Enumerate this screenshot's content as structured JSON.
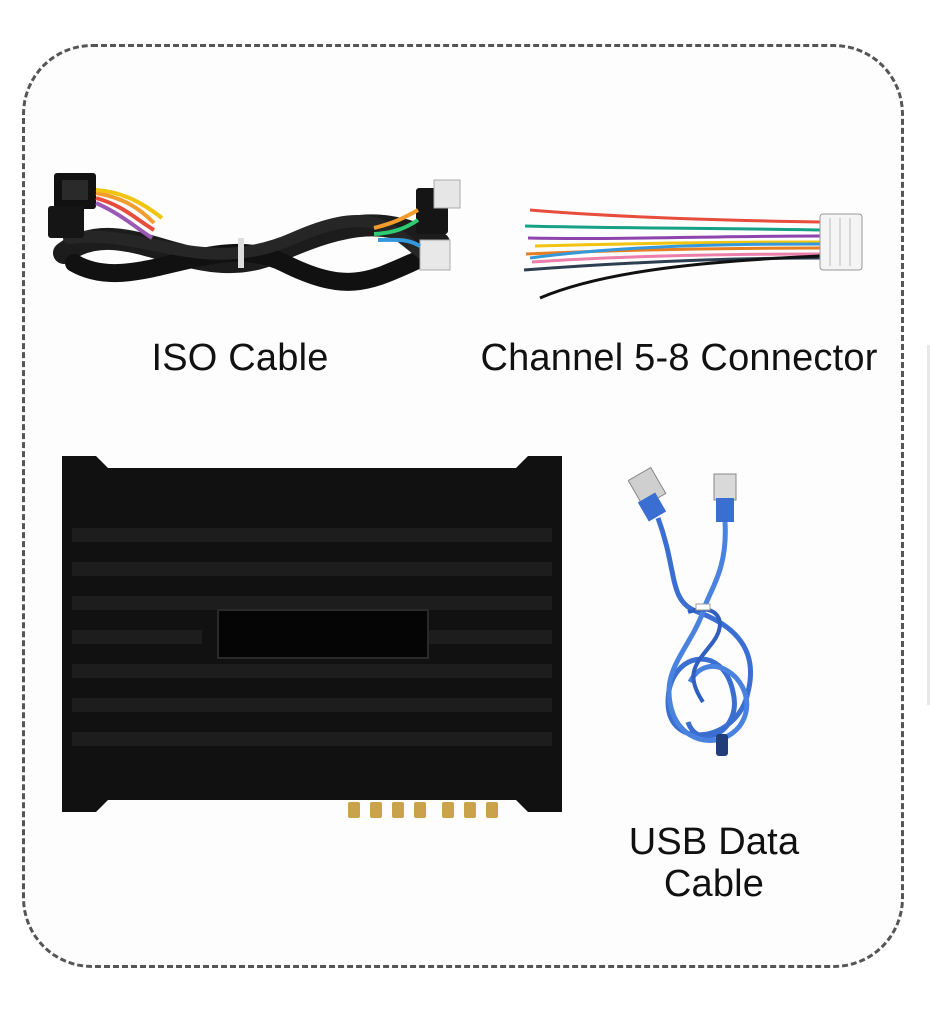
{
  "items": {
    "iso_cable": {
      "label": "ISO Cable"
    },
    "channel_connector": {
      "label": "Channel 5-8 Connector"
    },
    "dsp_unit": {
      "label": ""
    },
    "usb_cable": {
      "label_line1": "USB Data",
      "label_line2": "Cable"
    }
  },
  "colors": {
    "frame_border": "#555555",
    "cable_black": "#1a1a1a",
    "usb_blue": "#3a6fd1",
    "gold": "#c9a24a"
  }
}
